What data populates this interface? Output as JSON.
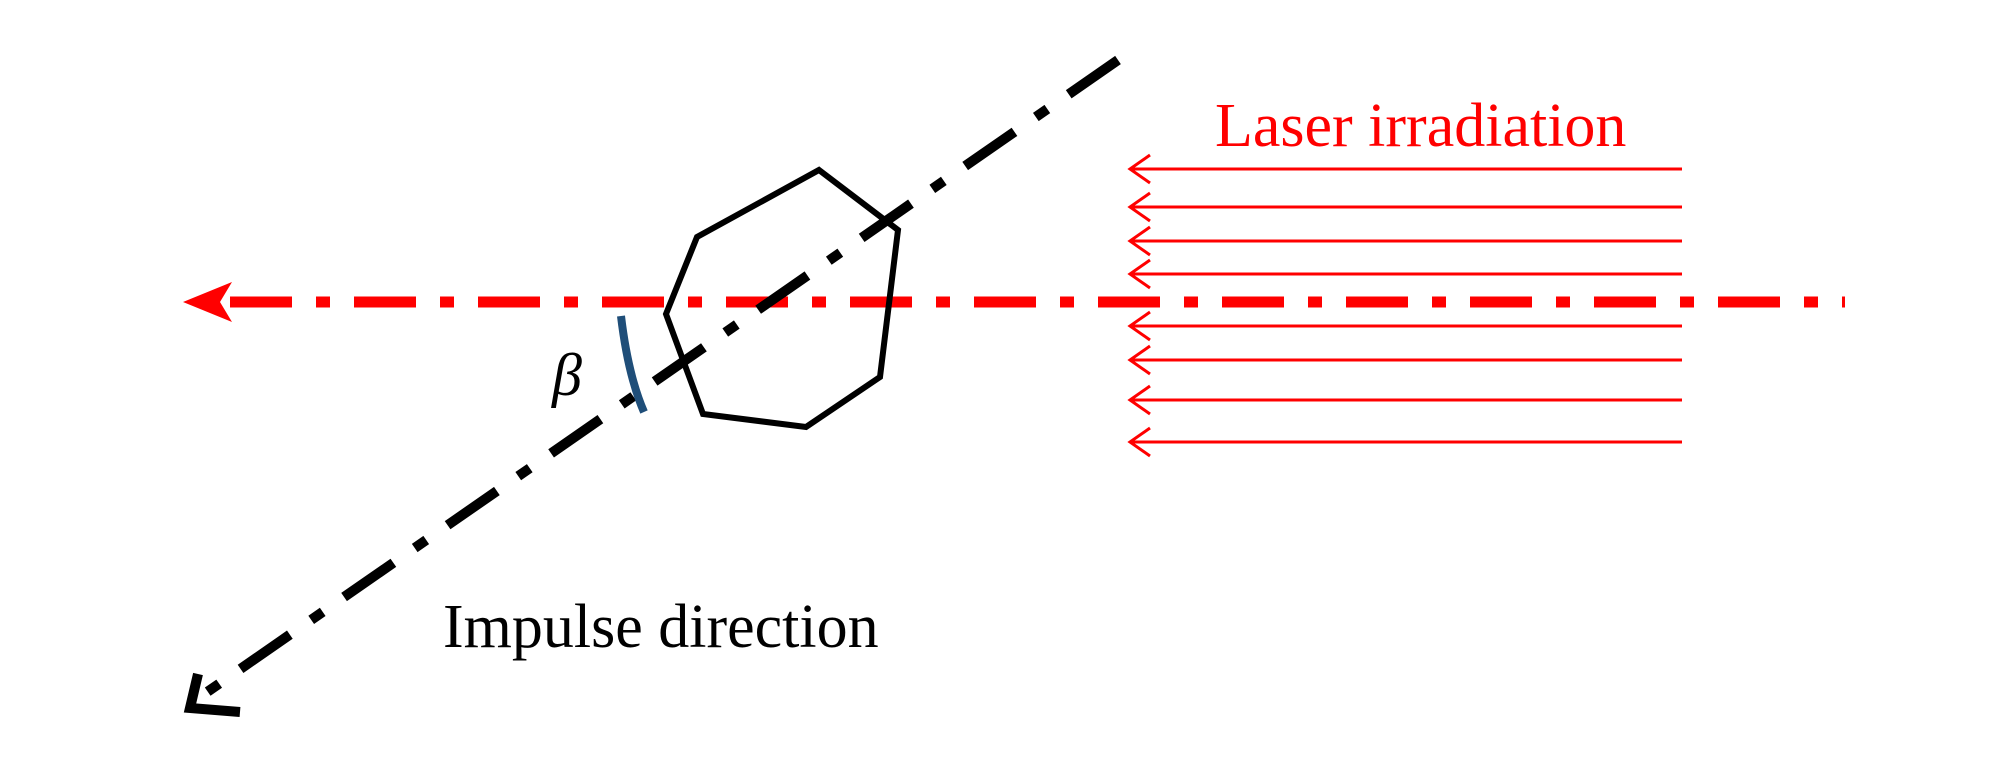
{
  "labels": {
    "laser": "Laser irradiation",
    "impulse": "Impulse direction",
    "angle": "β"
  },
  "colors": {
    "laser": "#ff0000",
    "impulse_axis": "#000000",
    "particle_outline": "#000000",
    "angle_arc": "#1f4e79",
    "background": "#ffffff"
  },
  "elements": {
    "laser_ray_count": 8,
    "particle_shape": "heptagon",
    "laser_axis_style": "dash-dot",
    "impulse_axis_style": "dash-dot"
  }
}
